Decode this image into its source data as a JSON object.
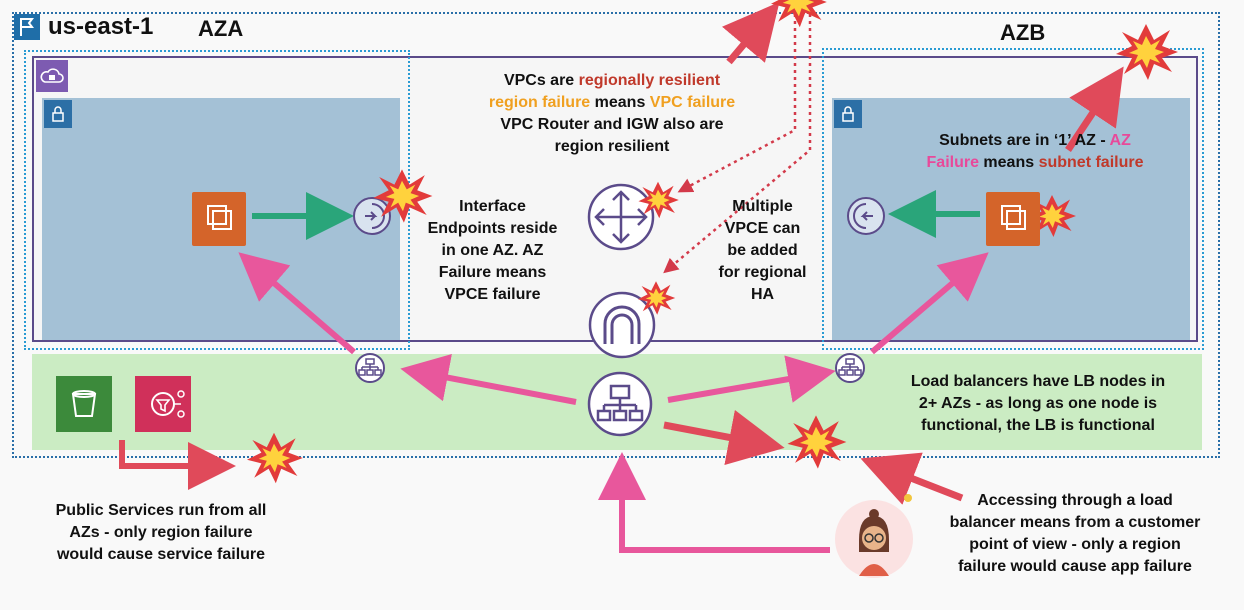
{
  "region": {
    "label": "us-east-1"
  },
  "azs": {
    "a_label": "AZA",
    "b_label": "AZB"
  },
  "notes": {
    "vpc": {
      "line1_a": "VPCs are ",
      "line1_b": "regionally resilient",
      "line2_a": "region failure",
      "line2_b": " means ",
      "line2_c": "VPC failure",
      "line3": "VPC Router and IGW also are",
      "line4": "region resilient"
    },
    "subnets": {
      "line1_a": "Subnets are in ‘1’ AZ - ",
      "line1_b": "AZ",
      "line2_a": "Failure",
      "line2_b": " means ",
      "line2_c": "subnet failure"
    },
    "interface_endpoints": [
      "Interface",
      "Endpoints reside",
      "in one AZ. AZ",
      "Failure means",
      "VPCE failure"
    ],
    "multiple_vpce": [
      "Multiple",
      "VPCE can",
      "be added",
      "for regional",
      "HA"
    ],
    "load_balancers": [
      "Load balancers have LB nodes in",
      "2+ AZs - as long as one node is",
      "functional, the LB is functional"
    ],
    "public_services": [
      "Public Services run from all",
      "AZs - only region failure",
      "would cause service failure"
    ],
    "accessing": [
      "Accessing through a load",
      "balancer means from a customer",
      "point of view - only a region",
      "failure would cause app failure"
    ]
  },
  "colors": {
    "region_border": "#2a6fa8",
    "vpc_border": "#5b4b8a",
    "subnet_fill": "#a4c1d6",
    "public_band": "#cbecc3",
    "pink_arrow": "#e8579c",
    "red_arrow": "#e04a5a",
    "green_arrow": "#2aa57a",
    "icon_purple": "#5b4b8a"
  }
}
